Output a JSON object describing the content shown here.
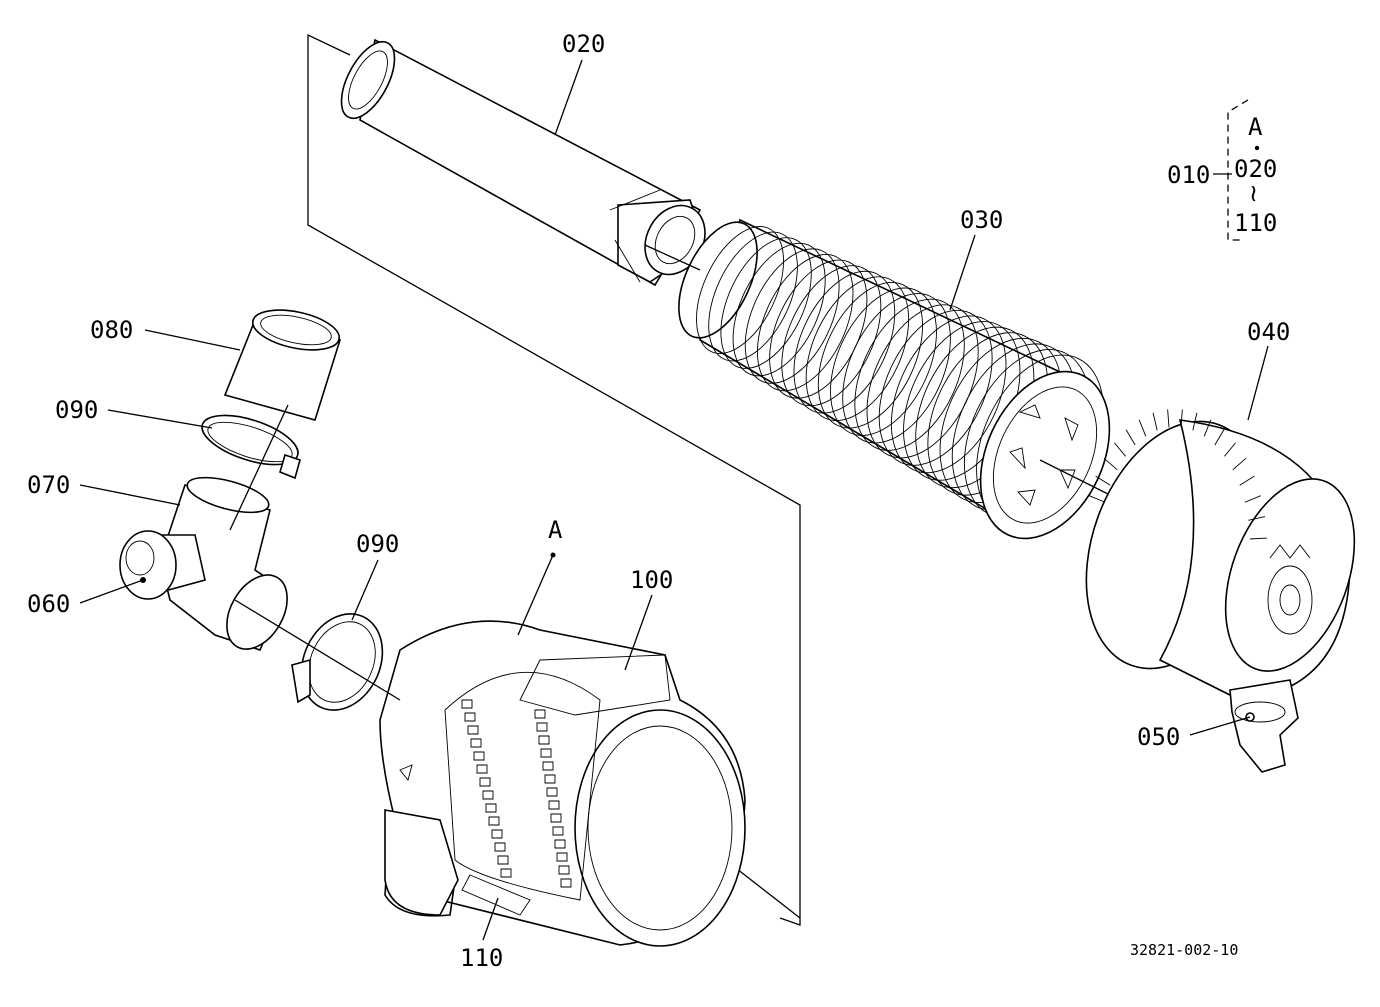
{
  "diagram": {
    "part_labels": {
      "p010": "010",
      "p020": "020",
      "p030": "030",
      "p040": "040",
      "p050": "050",
      "p060": "060",
      "p070": "070",
      "p080": "080",
      "p090_upper": "090",
      "p090_lower": "090",
      "p100": "100",
      "p110": "110"
    },
    "view_marker": "A",
    "legend": {
      "start": "A",
      "mid": "020",
      "range_symbol": "≀",
      "end": "110"
    },
    "drawing_number": "32821-002-10"
  }
}
